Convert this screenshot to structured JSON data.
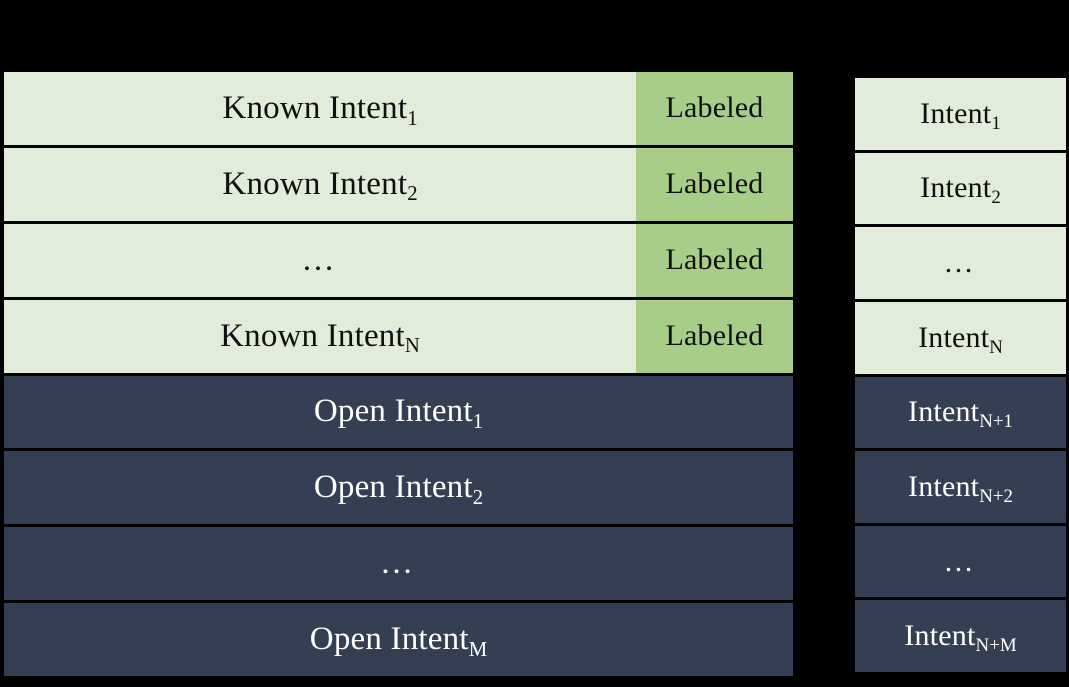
{
  "figure": {
    "type": "diagram",
    "description": "Two-column intent taxonomy diagram: known (labeled) intents over open intents",
    "colors": {
      "background": "#000000",
      "known_fill": "#e2ecda",
      "labeled_fill": "#a8cd89",
      "open_fill": "#353f54",
      "known_text": "#101010",
      "open_text": "#ffffff",
      "border": "#000000"
    }
  },
  "left_table": {
    "name": "intent-set-table",
    "tag_column_label": "Labeled",
    "rows": [
      {
        "kind": "known",
        "label_main": "Known Intent",
        "subscript": "1",
        "tag": "Labeled"
      },
      {
        "kind": "known",
        "label_main": "Known Intent",
        "subscript": "2",
        "tag": "Labeled"
      },
      {
        "kind": "known",
        "label_main": "…",
        "subscript": "",
        "tag": "Labeled"
      },
      {
        "kind": "known",
        "label_main": "Known Intent",
        "subscript": "N",
        "tag": "Labeled"
      },
      {
        "kind": "open",
        "label_main": "Open Intent",
        "subscript": "1",
        "tag": ""
      },
      {
        "kind": "open",
        "label_main": "Open Intent",
        "subscript": "2",
        "tag": ""
      },
      {
        "kind": "open",
        "label_main": "…",
        "subscript": "",
        "tag": ""
      },
      {
        "kind": "open",
        "label_main": "Open Intent",
        "subscript": "M",
        "tag": ""
      }
    ]
  },
  "right_table": {
    "name": "intent-index-column",
    "rows": [
      {
        "kind": "known",
        "label_main": "Intent",
        "subscript": "1"
      },
      {
        "kind": "known",
        "label_main": "Intent",
        "subscript": "2"
      },
      {
        "kind": "known",
        "label_main": "…",
        "subscript": ""
      },
      {
        "kind": "known",
        "label_main": "Intent",
        "subscript": "N"
      },
      {
        "kind": "open",
        "label_main": "Intent",
        "subscript": "N+1"
      },
      {
        "kind": "open",
        "label_main": "Intent",
        "subscript": "N+2"
      },
      {
        "kind": "open",
        "label_main": "…",
        "subscript": ""
      },
      {
        "kind": "open",
        "label_main": "Intent",
        "subscript": "N+M"
      }
    ]
  }
}
